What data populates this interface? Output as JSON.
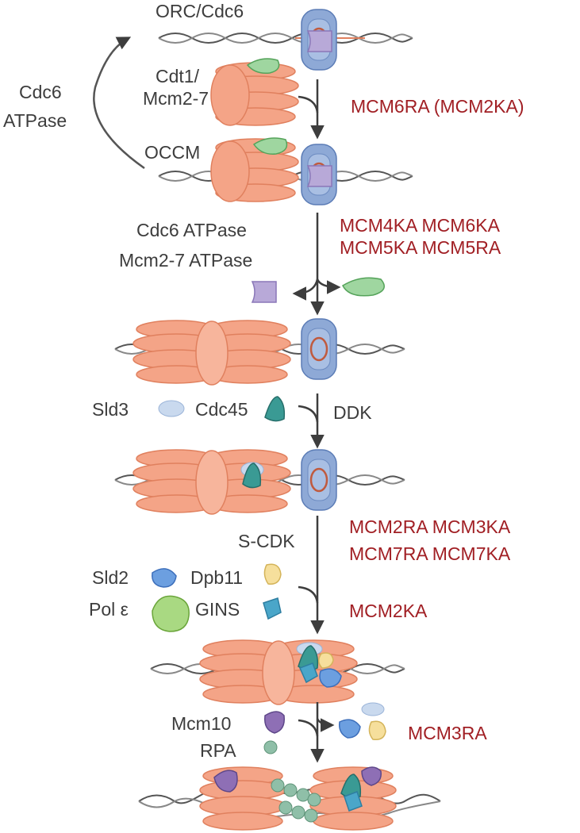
{
  "labels": {
    "orc_cdc6": "ORC/Cdc6",
    "cdt1": "Cdt1/",
    "mcm27": "Mcm2-7",
    "occm": "OCCM",
    "cdc6": "Cdc6",
    "atpase": "ATPase",
    "cdc6_atpase": "Cdc6 ATPase",
    "mcm27_atpase": "Mcm2-7 ATPase",
    "sld3": "Sld3",
    "cdc45": "Cdc45",
    "ddk": "DDK",
    "scdk": "S-CDK",
    "sld2": "Sld2",
    "dpb11": "Dpb11",
    "pol_e": "Pol ε",
    "gins": "GINS",
    "mcm10": "Mcm10",
    "rpa": "RPA"
  },
  "mutants": {
    "step1": "MCM6RA (MCM2KA)",
    "step2a": "MCM4KA MCM6KA",
    "step2b": "MCM5KA MCM5RA",
    "step4a": "MCM2RA MCM3KA",
    "step4b": "MCM7RA MCM7KA",
    "step5": "MCM2KA",
    "step6": "MCM3RA"
  },
  "colors": {
    "text": "#3d3d3d",
    "mutant": "#a11f24",
    "mcm": "#f4a487",
    "orc": "#8ea9d6",
    "cdc6": "#b8a9d8",
    "cdt1": "#9fd6a0",
    "cdc45": "#3a9a94",
    "gins": "#4aa6c9",
    "sld2": "#6c9fe0",
    "dpb11": "#f6df9c",
    "pole": "#a9d982",
    "mcm10": "#8e6fb5",
    "rpa": "#8fbfa8",
    "sld3": "#c9d9ee"
  }
}
